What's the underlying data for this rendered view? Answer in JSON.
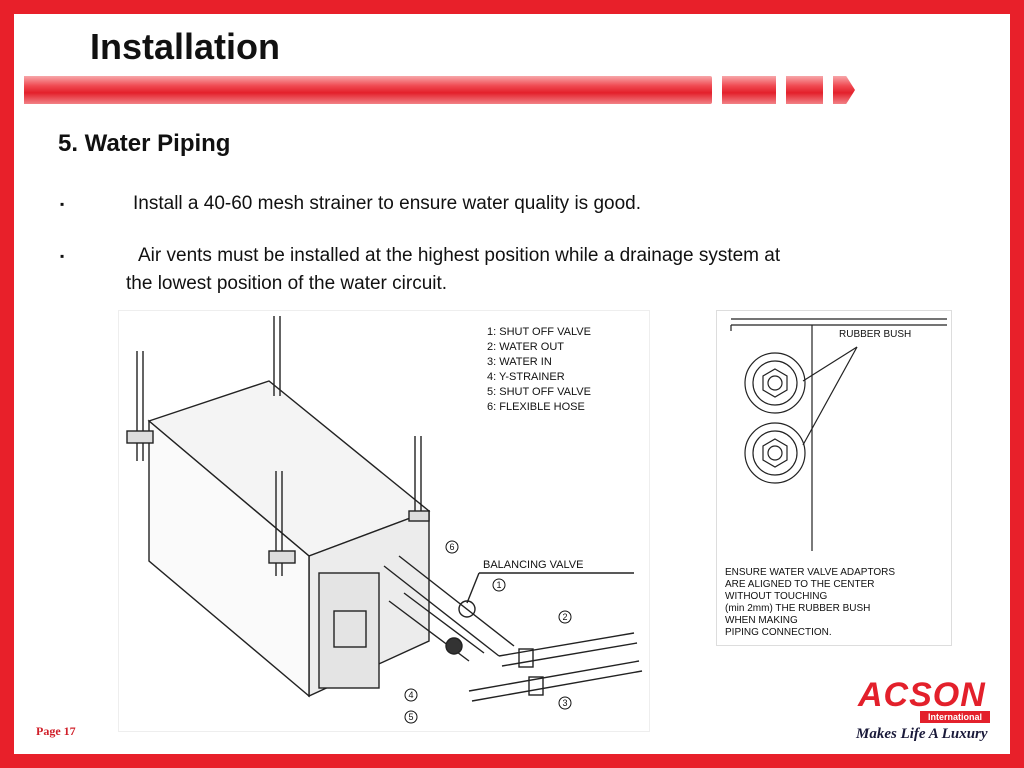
{
  "slide": {
    "title": "Installation",
    "section_heading": "5.  Water Piping",
    "bullet_mark": "▪",
    "bullets": [
      {
        "text": "Install a 40-60 mesh strainer to ensure water quality is good."
      },
      {
        "line1": "Air vents must be installed at the highest position while a drainage system at",
        "line2": "the lowest position of the water circuit."
      }
    ]
  },
  "diagram_left": {
    "legend": [
      "1:  SHUT OFF VALVE",
      "2:  WATER OUT",
      "3:  WATER IN",
      "4:  Y-STRAINER",
      "5:  SHUT OFF VALVE",
      "6:  FLEXIBLE HOSE"
    ],
    "balancing_valve_label": "BALANCING VALVE",
    "callouts": [
      "1",
      "2",
      "3",
      "4",
      "5",
      "6"
    ]
  },
  "diagram_right": {
    "rubber_bush_label": "RUBBER BUSH",
    "note_lines": [
      "ENSURE WATER VALVE ADAPTORS",
      "ARE ALIGNED TO THE CENTER",
      "WITHOUT TOUCHING",
      "(min 2mm) THE RUBBER BUSH",
      "WHEN MAKING",
      "PIPING CONNECTION."
    ]
  },
  "footer": {
    "page_label": "Page 17",
    "logo_text": "ACSON",
    "logo_sub": "International",
    "tagline": "Makes Life A Luxury"
  },
  "colors": {
    "accent_red": "#e3202b",
    "text": "#111111"
  }
}
